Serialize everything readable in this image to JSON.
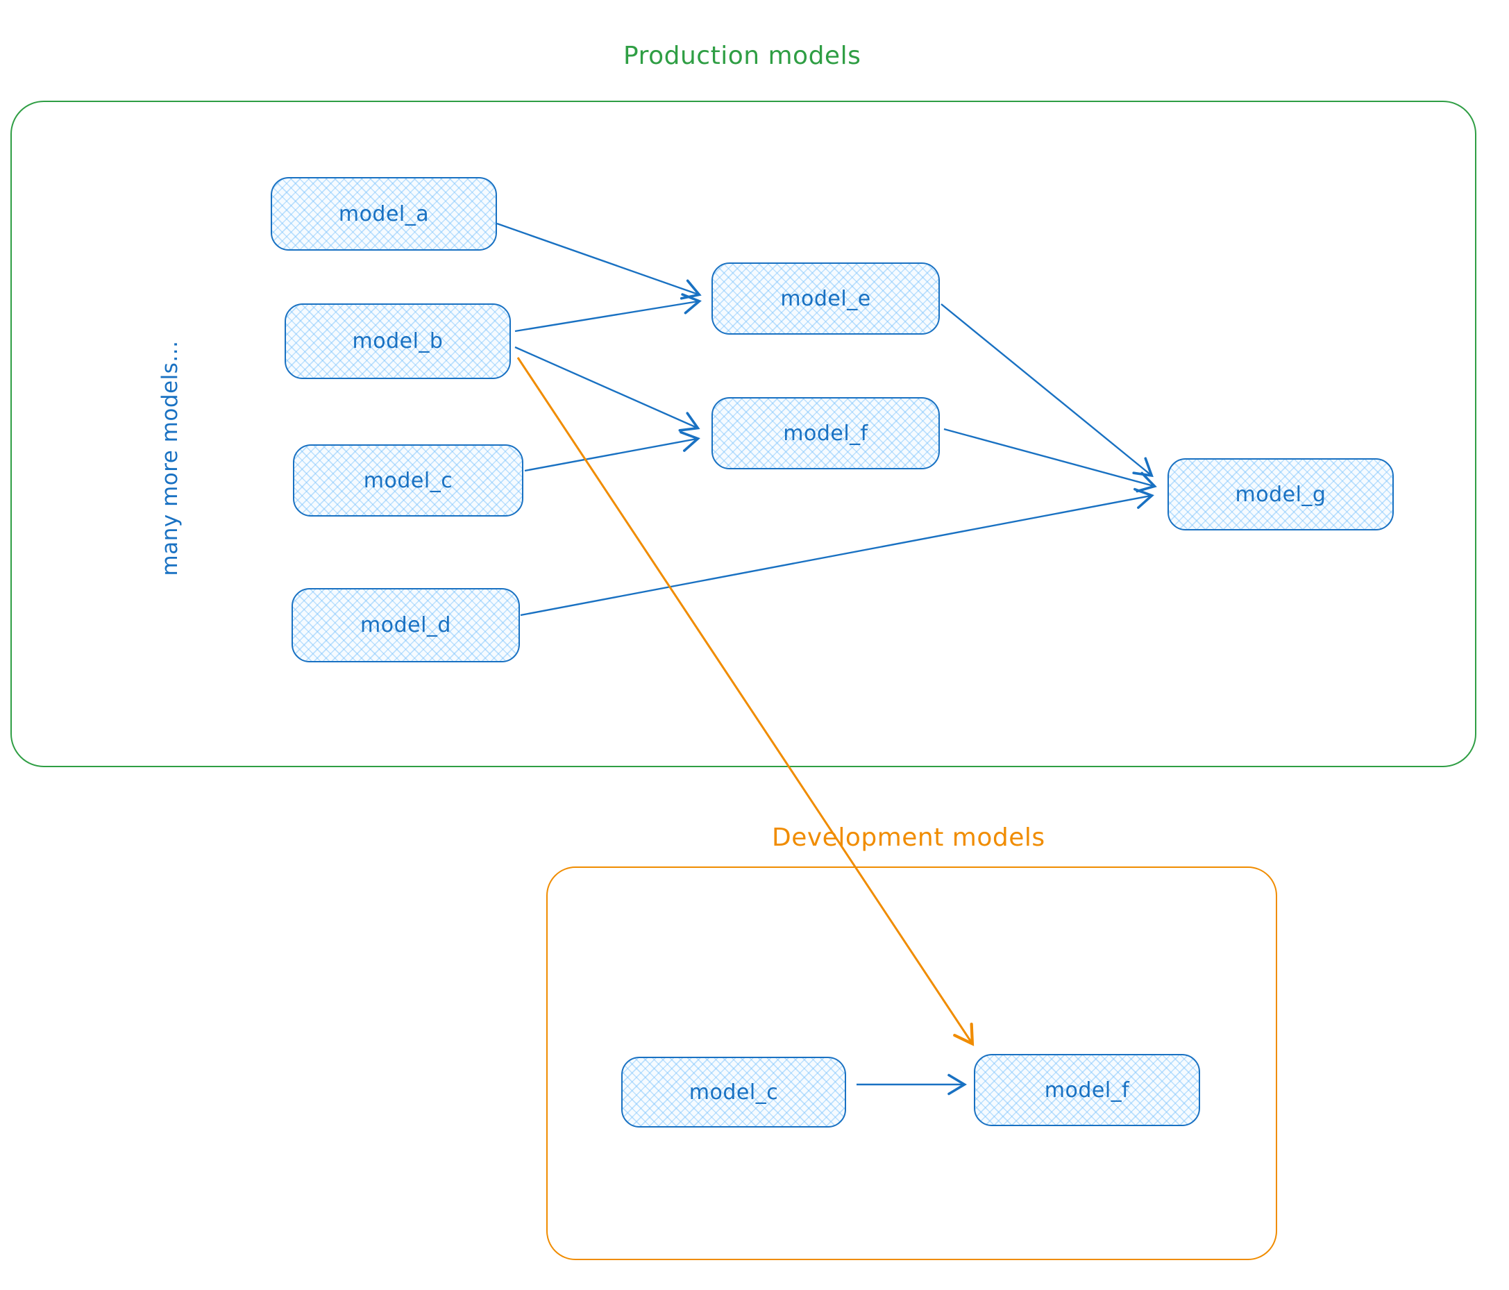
{
  "diagram": {
    "production": {
      "title": "Production models",
      "side_note": "many more models...",
      "nodes": {
        "model_a": "model_a",
        "model_b": "model_b",
        "model_c": "model_c",
        "model_d": "model_d",
        "model_e": "model_e",
        "model_f": "model_f",
        "model_g": "model_g"
      }
    },
    "development": {
      "title": "Development models",
      "nodes": {
        "model_c": "model_c",
        "model_f": "model_f"
      }
    },
    "edges": [
      {
        "from": "production.model_a",
        "to": "production.model_e",
        "color": "#1971c2"
      },
      {
        "from": "production.model_b",
        "to": "production.model_e",
        "color": "#1971c2"
      },
      {
        "from": "production.model_b",
        "to": "production.model_f",
        "color": "#1971c2"
      },
      {
        "from": "production.model_c",
        "to": "production.model_f",
        "color": "#1971c2"
      },
      {
        "from": "production.model_e",
        "to": "production.model_g",
        "color": "#1971c2"
      },
      {
        "from": "production.model_f",
        "to": "production.model_g",
        "color": "#1971c2"
      },
      {
        "from": "production.model_d",
        "to": "production.model_g",
        "color": "#1971c2"
      },
      {
        "from": "production.model_b",
        "to": "development.model_f",
        "color": "#f08c00"
      },
      {
        "from": "development.model_c",
        "to": "development.model_f",
        "color": "#1971c2"
      }
    ],
    "colors": {
      "blue_stroke": "#1971c2",
      "node_fill_hatch": "#a5d8ff",
      "green_frame": "#2f9e44",
      "orange_frame": "#f08c00"
    }
  }
}
